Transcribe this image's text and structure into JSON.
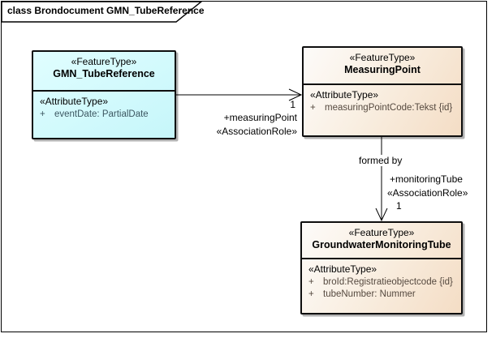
{
  "diagram": {
    "frame_title": "class Brondocument GMN_TubeReference"
  },
  "classes": [
    {
      "stereotype": "«FeatureType»",
      "name": "GMN_TubeReference",
      "attr_compartment_label": "«AttributeType»",
      "attributes": [
        {
          "visibility": "+",
          "signature": "eventDate: PartialDate"
        }
      ]
    },
    {
      "stereotype": "«FeatureType»",
      "name": "MeasuringPoint",
      "attr_compartment_label": "«AttributeType»",
      "attributes": [
        {
          "visibility": "+",
          "signature": "measuringPointCode:Tekst {id}"
        }
      ]
    },
    {
      "stereotype": "«FeatureType»",
      "name": "GroundwaterMonitoringTube",
      "attr_compartment_label": "«AttributeType»",
      "attributes": [
        {
          "visibility": "+",
          "signature": "broId:Registratieobjectcode {id}"
        },
        {
          "visibility": "+",
          "signature": "tubeNumber: Nummer"
        }
      ]
    }
  ],
  "connectors": [
    {
      "source": "GMN_TubeReference",
      "target": "MeasuringPoint",
      "target_multiplicity": "1",
      "target_role": "+measuringPoint",
      "target_role_stereotype": "«AssociationRole»"
    },
    {
      "source": "MeasuringPoint",
      "target": "GroundwaterMonitoringTube",
      "name": "formed by",
      "target_role": "+monitoringTube",
      "target_role_stereotype": "«AssociationRole»",
      "target_multiplicity": "1"
    }
  ],
  "colors": {
    "frame_border": "#000000",
    "class_border": "#0e0e0e",
    "cyan_fill": "#caf8fb",
    "beige_fill": "#f6e1ca",
    "shadow": "#b2b2b2",
    "cyan_attr_text": "#3c5761",
    "beige_attr_text": "#55493f"
  }
}
